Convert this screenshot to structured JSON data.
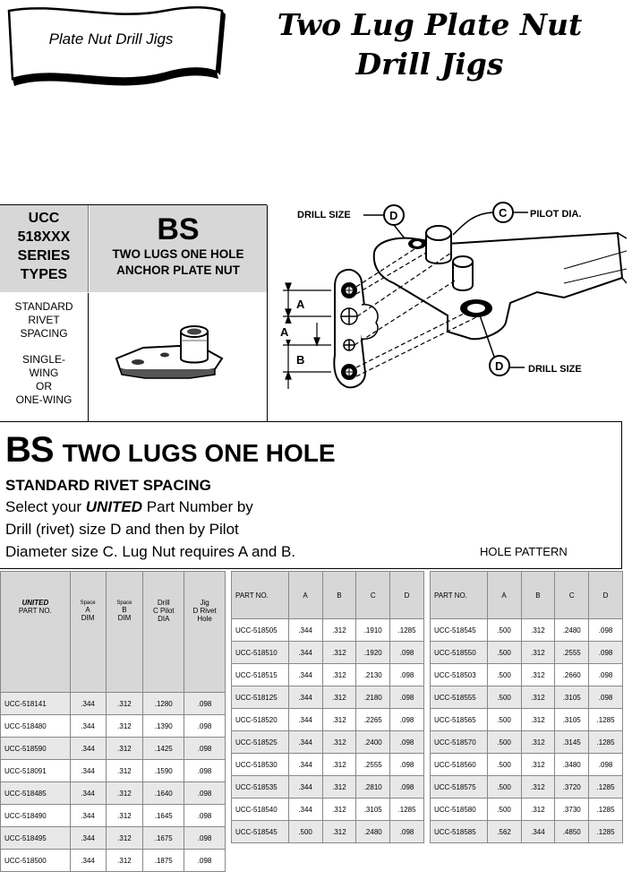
{
  "banner": {
    "label": "Plate Nut Drill Jigs"
  },
  "title": {
    "line1": "Two Lug Plate Nut",
    "line2": "Drill Jigs"
  },
  "series": {
    "left_lines": [
      "UCC",
      "518XXX",
      "SERIES",
      "TYPES"
    ],
    "code": "BS",
    "desc_line1": "TWO LUGS ONE HOLE",
    "desc_line2": "ANCHOR PLATE NUT",
    "spacing_lines": [
      "STANDARD",
      "RIVET",
      "SPACING"
    ],
    "wing_lines": [
      "SINGLE-",
      "WING",
      "OR",
      "ONE-WING"
    ]
  },
  "diagram": {
    "drill_size_top": "DRILL  SIZE",
    "pilot_dia": "PILOT  DIA.",
    "drill_size_bottom": "DRILL  SIZE",
    "labels": {
      "A": "A",
      "B": "B",
      "C": "C",
      "D": "D"
    }
  },
  "description": {
    "code": "BS",
    "title": "TWO LUGS ONE HOLE",
    "subtitle": "STANDARD RIVET SPACING",
    "line1_pre": "Select your ",
    "line1_brand": "UNITED",
    "line1_post": " Part Number by",
    "line2": "Drill (rivet) size D and then by Pilot",
    "line3": "Diameter size C.  Lug Nut requires A and B.",
    "hole_pattern": "HOLE PATTERN"
  },
  "table1": {
    "headers": {
      "part_brand": "UNITED",
      "part_label": "PART NO.",
      "a": [
        "Space",
        "A",
        "DIM"
      ],
      "b": [
        "Space",
        "B",
        "DIM"
      ],
      "c": [
        "Drill",
        "C Pilot",
        "DIA"
      ],
      "d": [
        "Jig",
        "D   Rivet",
        "Hole"
      ]
    },
    "rows": [
      [
        "UCC-518141",
        ".344",
        ".312",
        ".1280",
        ".098"
      ],
      [
        "UCC-518480",
        ".344",
        ".312",
        ".1390",
        ".098"
      ],
      [
        "UCC-518590",
        ".344",
        ".312",
        ".1425",
        ".098"
      ],
      [
        "UCC-518091",
        ".344",
        ".312",
        ".1590",
        ".098"
      ],
      [
        "UCC-518485",
        ".344",
        ".312",
        ".1640",
        ".098"
      ],
      [
        "UCC-518490",
        ".344",
        ".312",
        ".1645",
        ".098"
      ],
      [
        "UCC-518495",
        ".344",
        ".312",
        ".1675",
        ".098"
      ],
      [
        "UCC-518500",
        ".344",
        ".312",
        ".1875",
        ".098"
      ]
    ]
  },
  "table2": {
    "headers": [
      "PART NO.",
      "A",
      "B",
      "C",
      "D"
    ],
    "rows": [
      [
        "UCC-518505",
        ".344",
        ".312",
        ".1910",
        ".1285"
      ],
      [
        "UCC-518510",
        ".344",
        ".312",
        ".1920",
        ".098"
      ],
      [
        "UCC-518515",
        ".344",
        ".312",
        ".2130",
        ".098"
      ],
      [
        "UCC-518125",
        ".344",
        ".312",
        ".2180",
        ".098"
      ],
      [
        "UCC-518520",
        ".344",
        ".312",
        ".2265",
        ".098"
      ],
      [
        "UCC-518525",
        ".344",
        ".312",
        ".2400",
        ".098"
      ],
      [
        "UCC-518530",
        ".344",
        ".312",
        ".2555",
        ".098"
      ],
      [
        "UCC-518535",
        ".344",
        ".312",
        ".2810",
        ".098"
      ],
      [
        "UCC-518540",
        ".344",
        ".312",
        ".3105",
        ".1285"
      ],
      [
        "UCC-518545",
        ".500",
        ".312",
        ".2480",
        ".098"
      ]
    ]
  },
  "table3": {
    "headers": [
      "PART NO.",
      "A",
      "B",
      "C",
      "D"
    ],
    "rows": [
      [
        "UCC-518545",
        ".500",
        ".312",
        ".2480",
        ".098"
      ],
      [
        "UCC-518550",
        ".500",
        ".312",
        ".2555",
        ".098"
      ],
      [
        "UCC-518503",
        ".500",
        ".312",
        ".2660",
        ".098"
      ],
      [
        "UCC-518555",
        ".500",
        ".312",
        ".3105",
        ".098"
      ],
      [
        "UCC-518565",
        ".500",
        ".312",
        ".3105",
        ".1285"
      ],
      [
        "UCC-518570",
        ".500",
        ".312",
        ".3145",
        ".1285"
      ],
      [
        "UCC-518560",
        ".500",
        ".312",
        ".3480",
        ".098"
      ],
      [
        "UCC-518575",
        ".500",
        ".312",
        ".3720",
        ".1285"
      ],
      [
        "UCC-518580",
        ".500",
        ".312",
        ".3730",
        ".1285"
      ],
      [
        "UCC-518585",
        ".562",
        ".344",
        ".4850",
        ".1285"
      ]
    ]
  }
}
